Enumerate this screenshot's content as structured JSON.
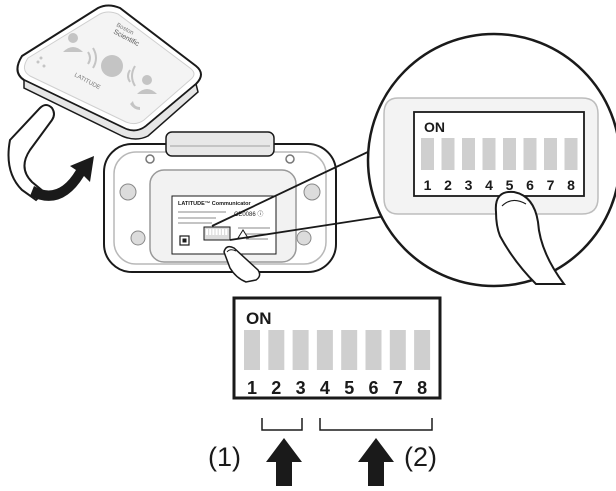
{
  "device": {
    "logo_line1": "Boston",
    "logo_line2": "Scientific",
    "brand": "LATITUDE",
    "back_label_title": "LATITUDE™ Communicator",
    "back_label_ce": "CE0086 ⓘ"
  },
  "zoom_switch": {
    "on_label": "ON",
    "numbers": [
      "1",
      "2",
      "3",
      "4",
      "5",
      "6",
      "7",
      "8"
    ]
  },
  "main_switch": {
    "on_label": "ON",
    "numbers": [
      "1",
      "2",
      "3",
      "4",
      "5",
      "6",
      "7",
      "8"
    ]
  },
  "groups": {
    "group1_label": "(1)",
    "group2_label": "(2)"
  }
}
